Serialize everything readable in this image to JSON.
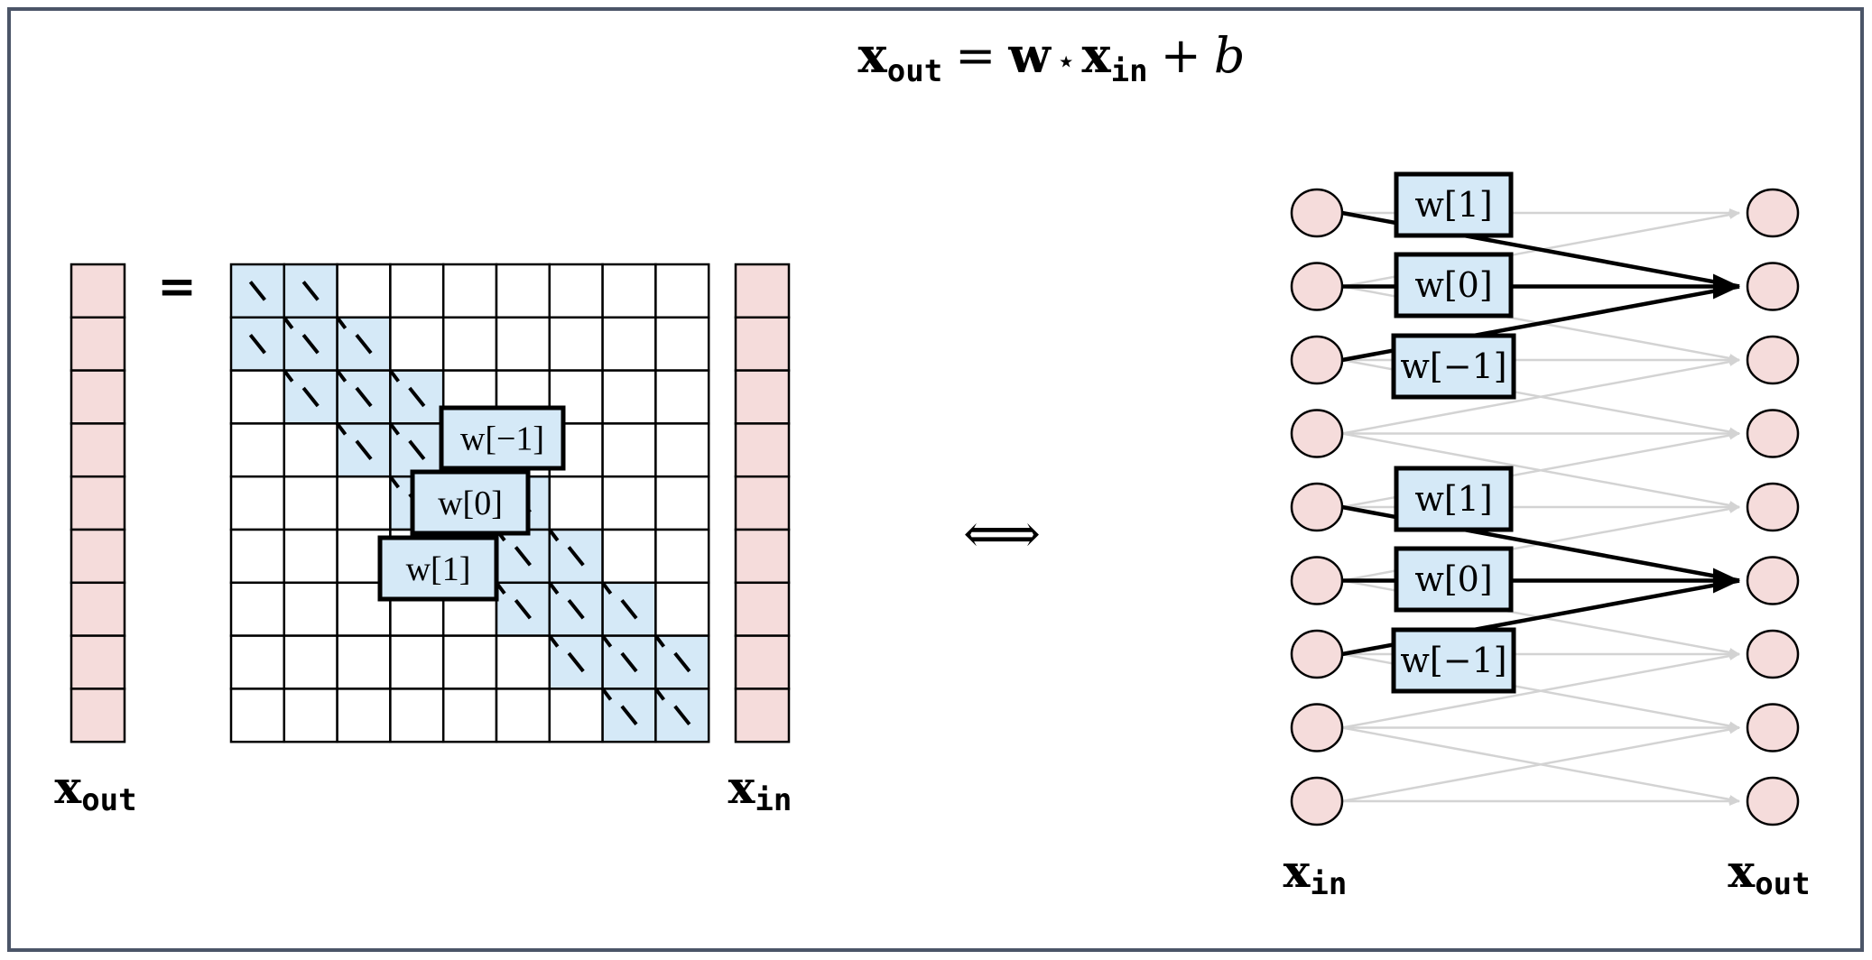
{
  "equation": {
    "lhs_var": "x",
    "lhs_sub": "out",
    "equals": "=",
    "weight": "w",
    "conv_op": "⋆",
    "rhs_var": "x",
    "rhs_sub": "in",
    "plus": "+",
    "bias": "b"
  },
  "matrix_view": {
    "size": 9,
    "equals_sign": "=",
    "output_label": {
      "var": "x",
      "sub": "out"
    },
    "input_label": {
      "var": "x",
      "sub": "in"
    },
    "kernel_labels": [
      "w[−1]",
      "w[0]",
      "w[1]"
    ]
  },
  "equivalence_symbol": "⟺",
  "graph_view": {
    "nodes": 9,
    "highlighted_outputs": [
      1,
      5
    ],
    "kernel_labels": [
      "w[1]",
      "w[0]",
      "w[−1]"
    ],
    "input_label": {
      "var": "x",
      "sub": "in"
    },
    "output_label": {
      "var": "x",
      "sub": "out"
    }
  },
  "colors": {
    "frame": "#4b5568",
    "vector_fill": "#f5dcdb",
    "band_fill": "#d5e9f7",
    "gray_edge": "#d3d3d3",
    "ink": "#000000"
  }
}
